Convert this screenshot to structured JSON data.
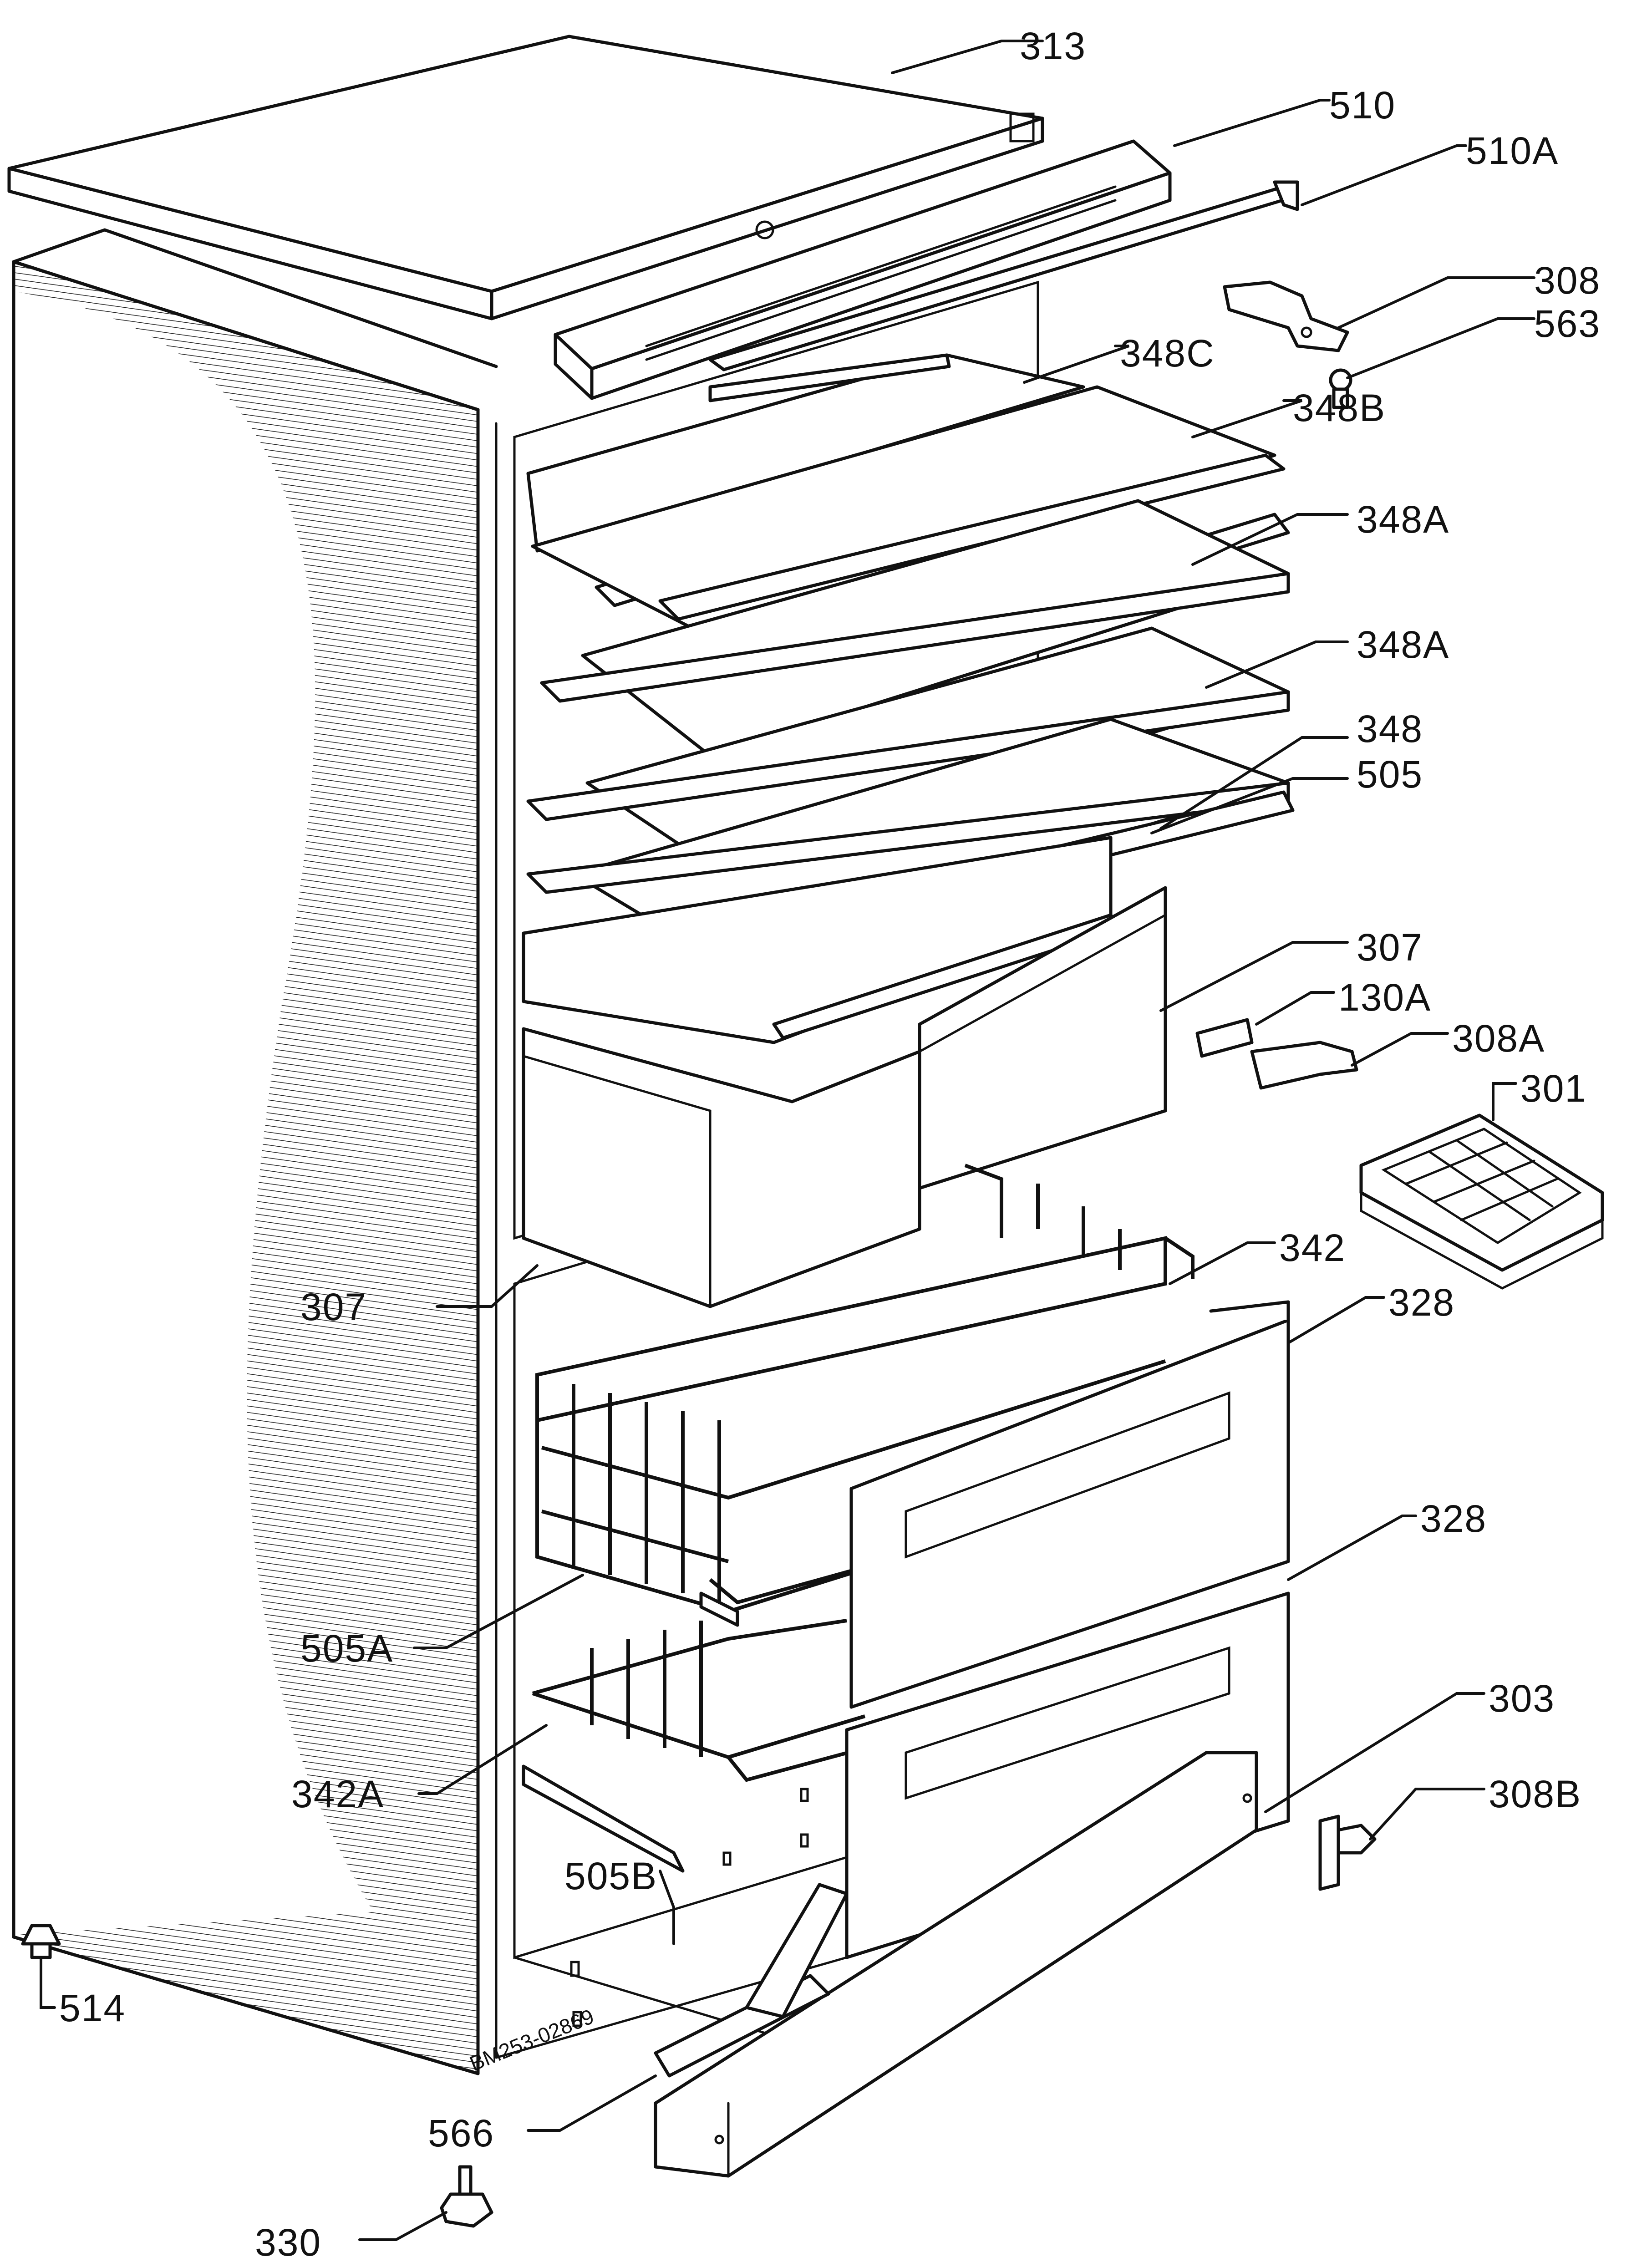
{
  "drawing_code": "BM253-02869",
  "callouts": [
    {
      "id": "c313",
      "label": "313"
    },
    {
      "id": "c510",
      "label": "510"
    },
    {
      "id": "c510A",
      "label": "510A"
    },
    {
      "id": "c308",
      "label": "308"
    },
    {
      "id": "c563",
      "label": "563"
    },
    {
      "id": "c348C",
      "label": "348C"
    },
    {
      "id": "c348B",
      "label": "348B"
    },
    {
      "id": "c348A1",
      "label": "348A"
    },
    {
      "id": "c348A2",
      "label": "348A"
    },
    {
      "id": "c348",
      "label": "348"
    },
    {
      "id": "c505",
      "label": "505"
    },
    {
      "id": "c307a",
      "label": "307"
    },
    {
      "id": "c130A",
      "label": "130A"
    },
    {
      "id": "c308A",
      "label": "308A"
    },
    {
      "id": "c301",
      "label": "301"
    },
    {
      "id": "c342",
      "label": "342"
    },
    {
      "id": "c328a",
      "label": "328"
    },
    {
      "id": "c307b",
      "label": "307"
    },
    {
      "id": "c328b",
      "label": "328"
    },
    {
      "id": "c505A",
      "label": "505A"
    },
    {
      "id": "c303",
      "label": "303"
    },
    {
      "id": "c308B",
      "label": "308B"
    },
    {
      "id": "c342A",
      "label": "342A"
    },
    {
      "id": "c505B",
      "label": "505B"
    },
    {
      "id": "c514",
      "label": "514"
    },
    {
      "id": "c566",
      "label": "566"
    },
    {
      "id": "c330",
      "label": "330"
    }
  ]
}
